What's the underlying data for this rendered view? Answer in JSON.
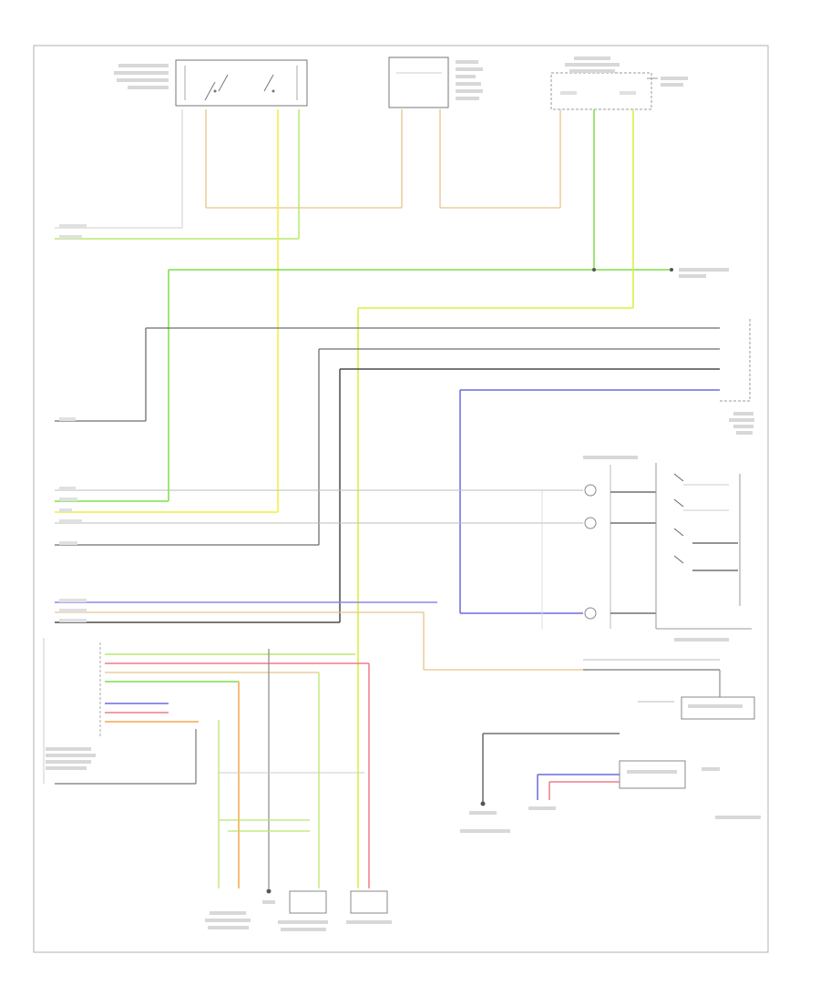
{
  "diagram": {
    "footer_code": "",
    "components": [
      {
        "id": "upper_left_switch",
        "label": ""
      },
      {
        "id": "upper_mid_box",
        "label": ""
      },
      {
        "id": "upper_right_module",
        "label": ""
      },
      {
        "id": "right_upper_connector",
        "label": ""
      },
      {
        "id": "mid_right_switch",
        "label": ""
      },
      {
        "id": "right_relay",
        "label": ""
      },
      {
        "id": "right_sensor",
        "label": ""
      },
      {
        "id": "ground_left",
        "label": ""
      },
      {
        "id": "ground_right",
        "label": ""
      },
      {
        "id": "left_module",
        "label": ""
      },
      {
        "id": "bottom_sensor_1",
        "label": ""
      },
      {
        "id": "bottom_sensor_2",
        "label": ""
      },
      {
        "id": "bottom_sensor_3",
        "label": ""
      }
    ],
    "wire_colors": {
      "gray": "#6e6e6e",
      "light_gray": "#bdbdbd",
      "tan": "#e8c48a",
      "green": "#7ddd4a",
      "yellow_green": "#d9ef3a",
      "yellow": "#f2ee3a",
      "blue": "#6b6be0",
      "pink": "#f07a8a",
      "orange": "#f5a84a",
      "dark": "#4a4a4a"
    }
  }
}
